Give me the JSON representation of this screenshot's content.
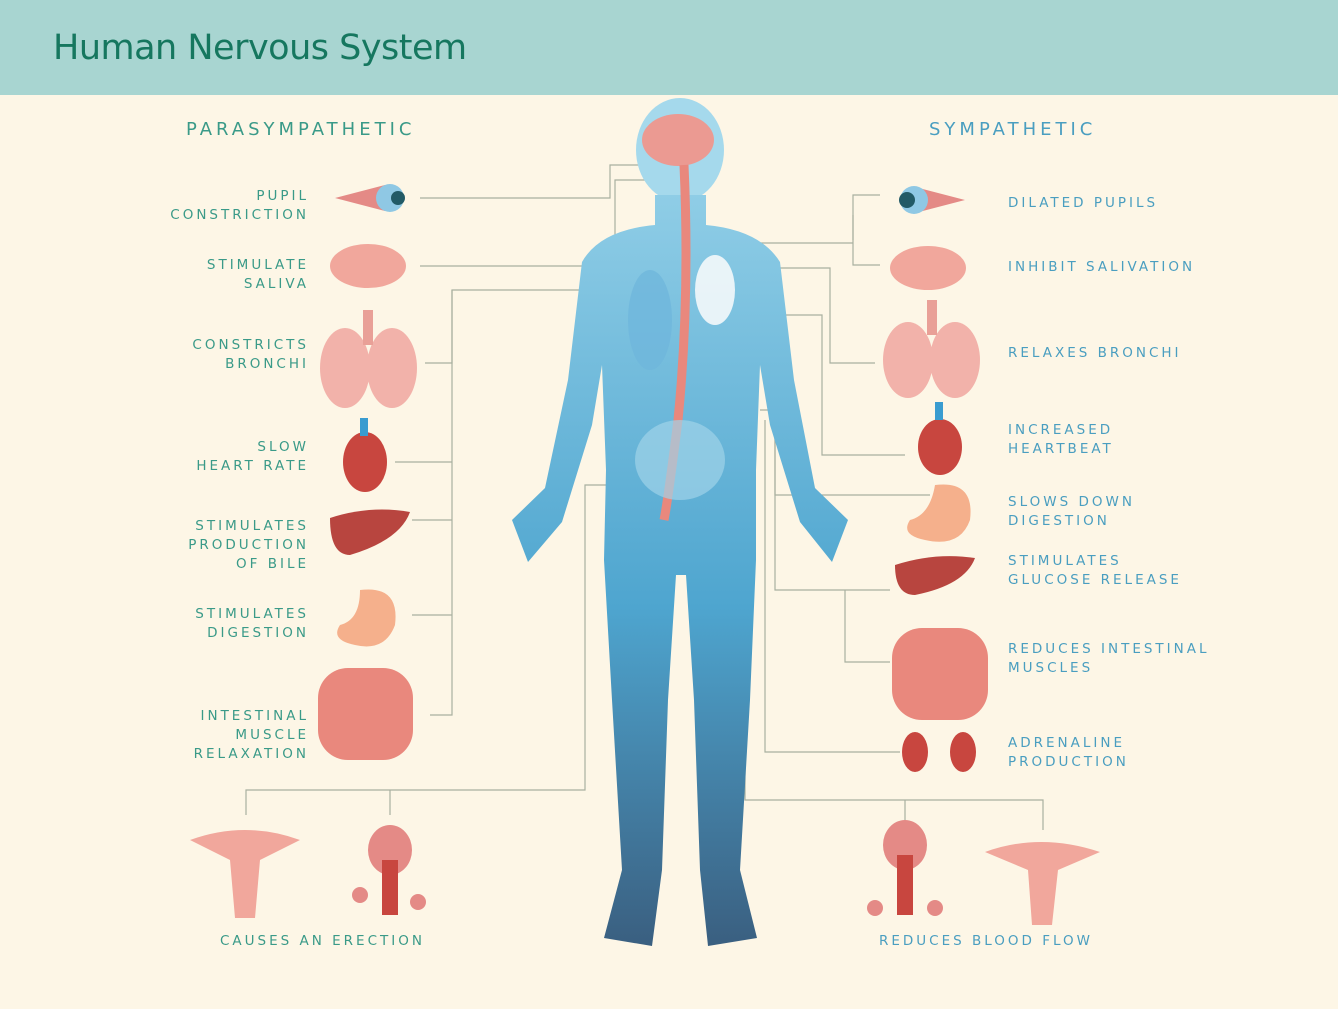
{
  "title": "Human Nervous System",
  "colors": {
    "header": "#a8d5d1",
    "background": "#fdf6e6",
    "title": "#16775f",
    "parasympathetic": "#3a9a88",
    "sympathetic": "#4a9ec0"
  },
  "parasympathetic": {
    "heading": "PARASYMPATHETIC",
    "effects": [
      "PUPIL\nCONSTRICTION",
      "STIMULATE\nSALIVA",
      "CONSTRICTS\nBRONCHI",
      "SLOW\nHEART RATE",
      "STIMULATES\nPRODUCTION\nOF BILE",
      "STIMULATES\nDIGESTION",
      "INTESTINAL\nMUSCLE\nRELAXATION"
    ],
    "reproductive": "CAUSES AN ERECTION"
  },
  "sympathetic": {
    "heading": "SYMPATHETIC",
    "effects": [
      "DILATED PUPILS",
      "INHIBIT SALIVATION",
      "RELAXES BRONCHI",
      "INCREASED\nHEARTBEAT",
      "SLOWS DOWN\nDIGESTION",
      "STIMULATES\nGLUCOSE RELEASE",
      "REDUCES INTESTINAL\nMUSCLES",
      "ADRENALINE\nPRODUCTION"
    ],
    "reproductive": "REDUCES BLOOD FLOW"
  }
}
